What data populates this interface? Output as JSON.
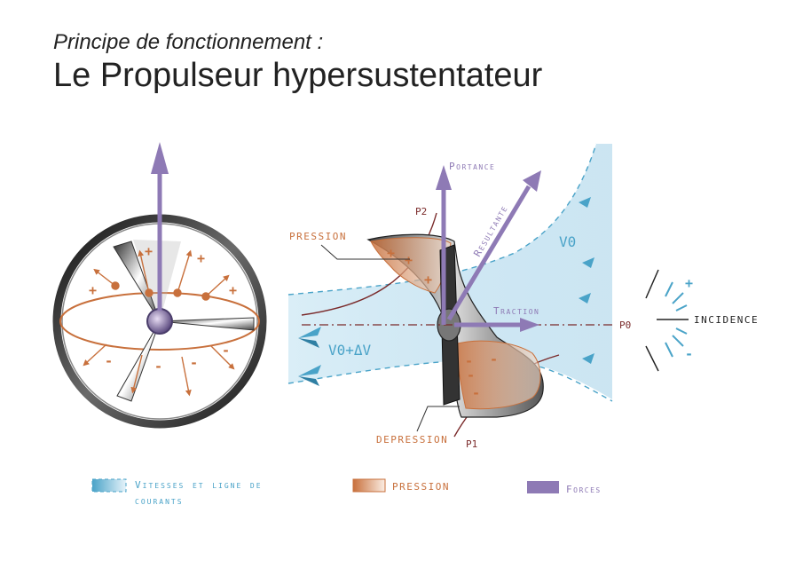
{
  "header": {
    "subtitle": "Principe de fonctionnement :",
    "title": "Le Propulseur hypersustentateur"
  },
  "labels": {
    "portance": "Portance",
    "resultante": "Resultante",
    "traction": "Traction",
    "pression": "pression",
    "depression": "depression",
    "p0": "P0",
    "p1": "P1",
    "p2": "P2",
    "v0": "V0",
    "v0dv": "V0+ΔV",
    "incidence": "INCIDENCE",
    "plus": "+",
    "minus": "-"
  },
  "legend": {
    "speed_line1": "Vitesses et ligne de",
    "speed_line2": "courants",
    "pressure": "pression",
    "forces": "Forces"
  },
  "colors": {
    "speed": "#4aa3c8",
    "pressure": "#c8703c",
    "forces": "#8e7ab5",
    "pressure_curve": "#7a2a2a"
  }
}
